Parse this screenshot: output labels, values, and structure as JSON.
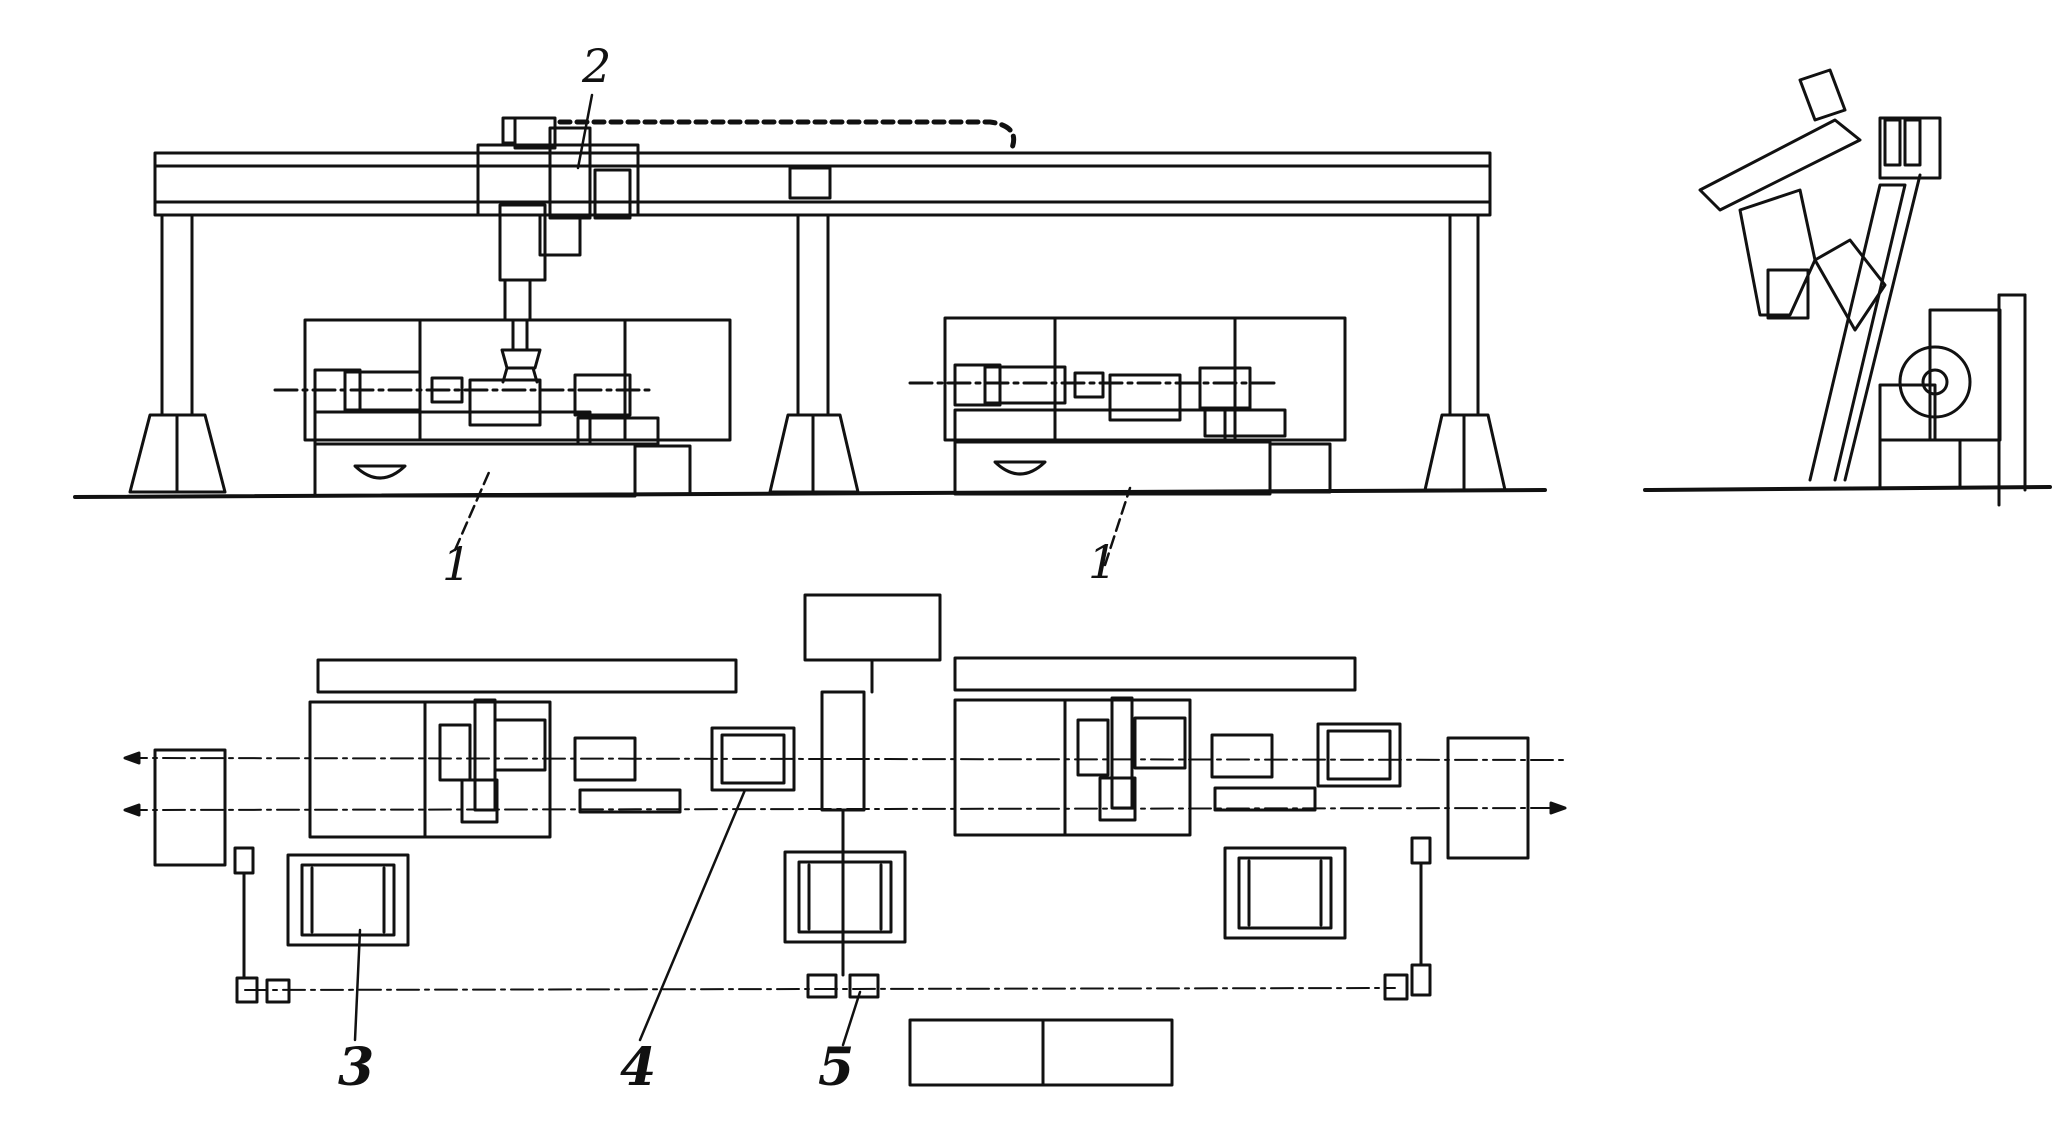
{
  "labels": {
    "machine_1_left": "1",
    "machine_1_right": "1",
    "gantry_robot": "2",
    "magazine": "3",
    "workpiece_station": "4",
    "transfer_unit": "5"
  },
  "colors": {
    "ink": "#111111",
    "paper": "#ffffff"
  }
}
